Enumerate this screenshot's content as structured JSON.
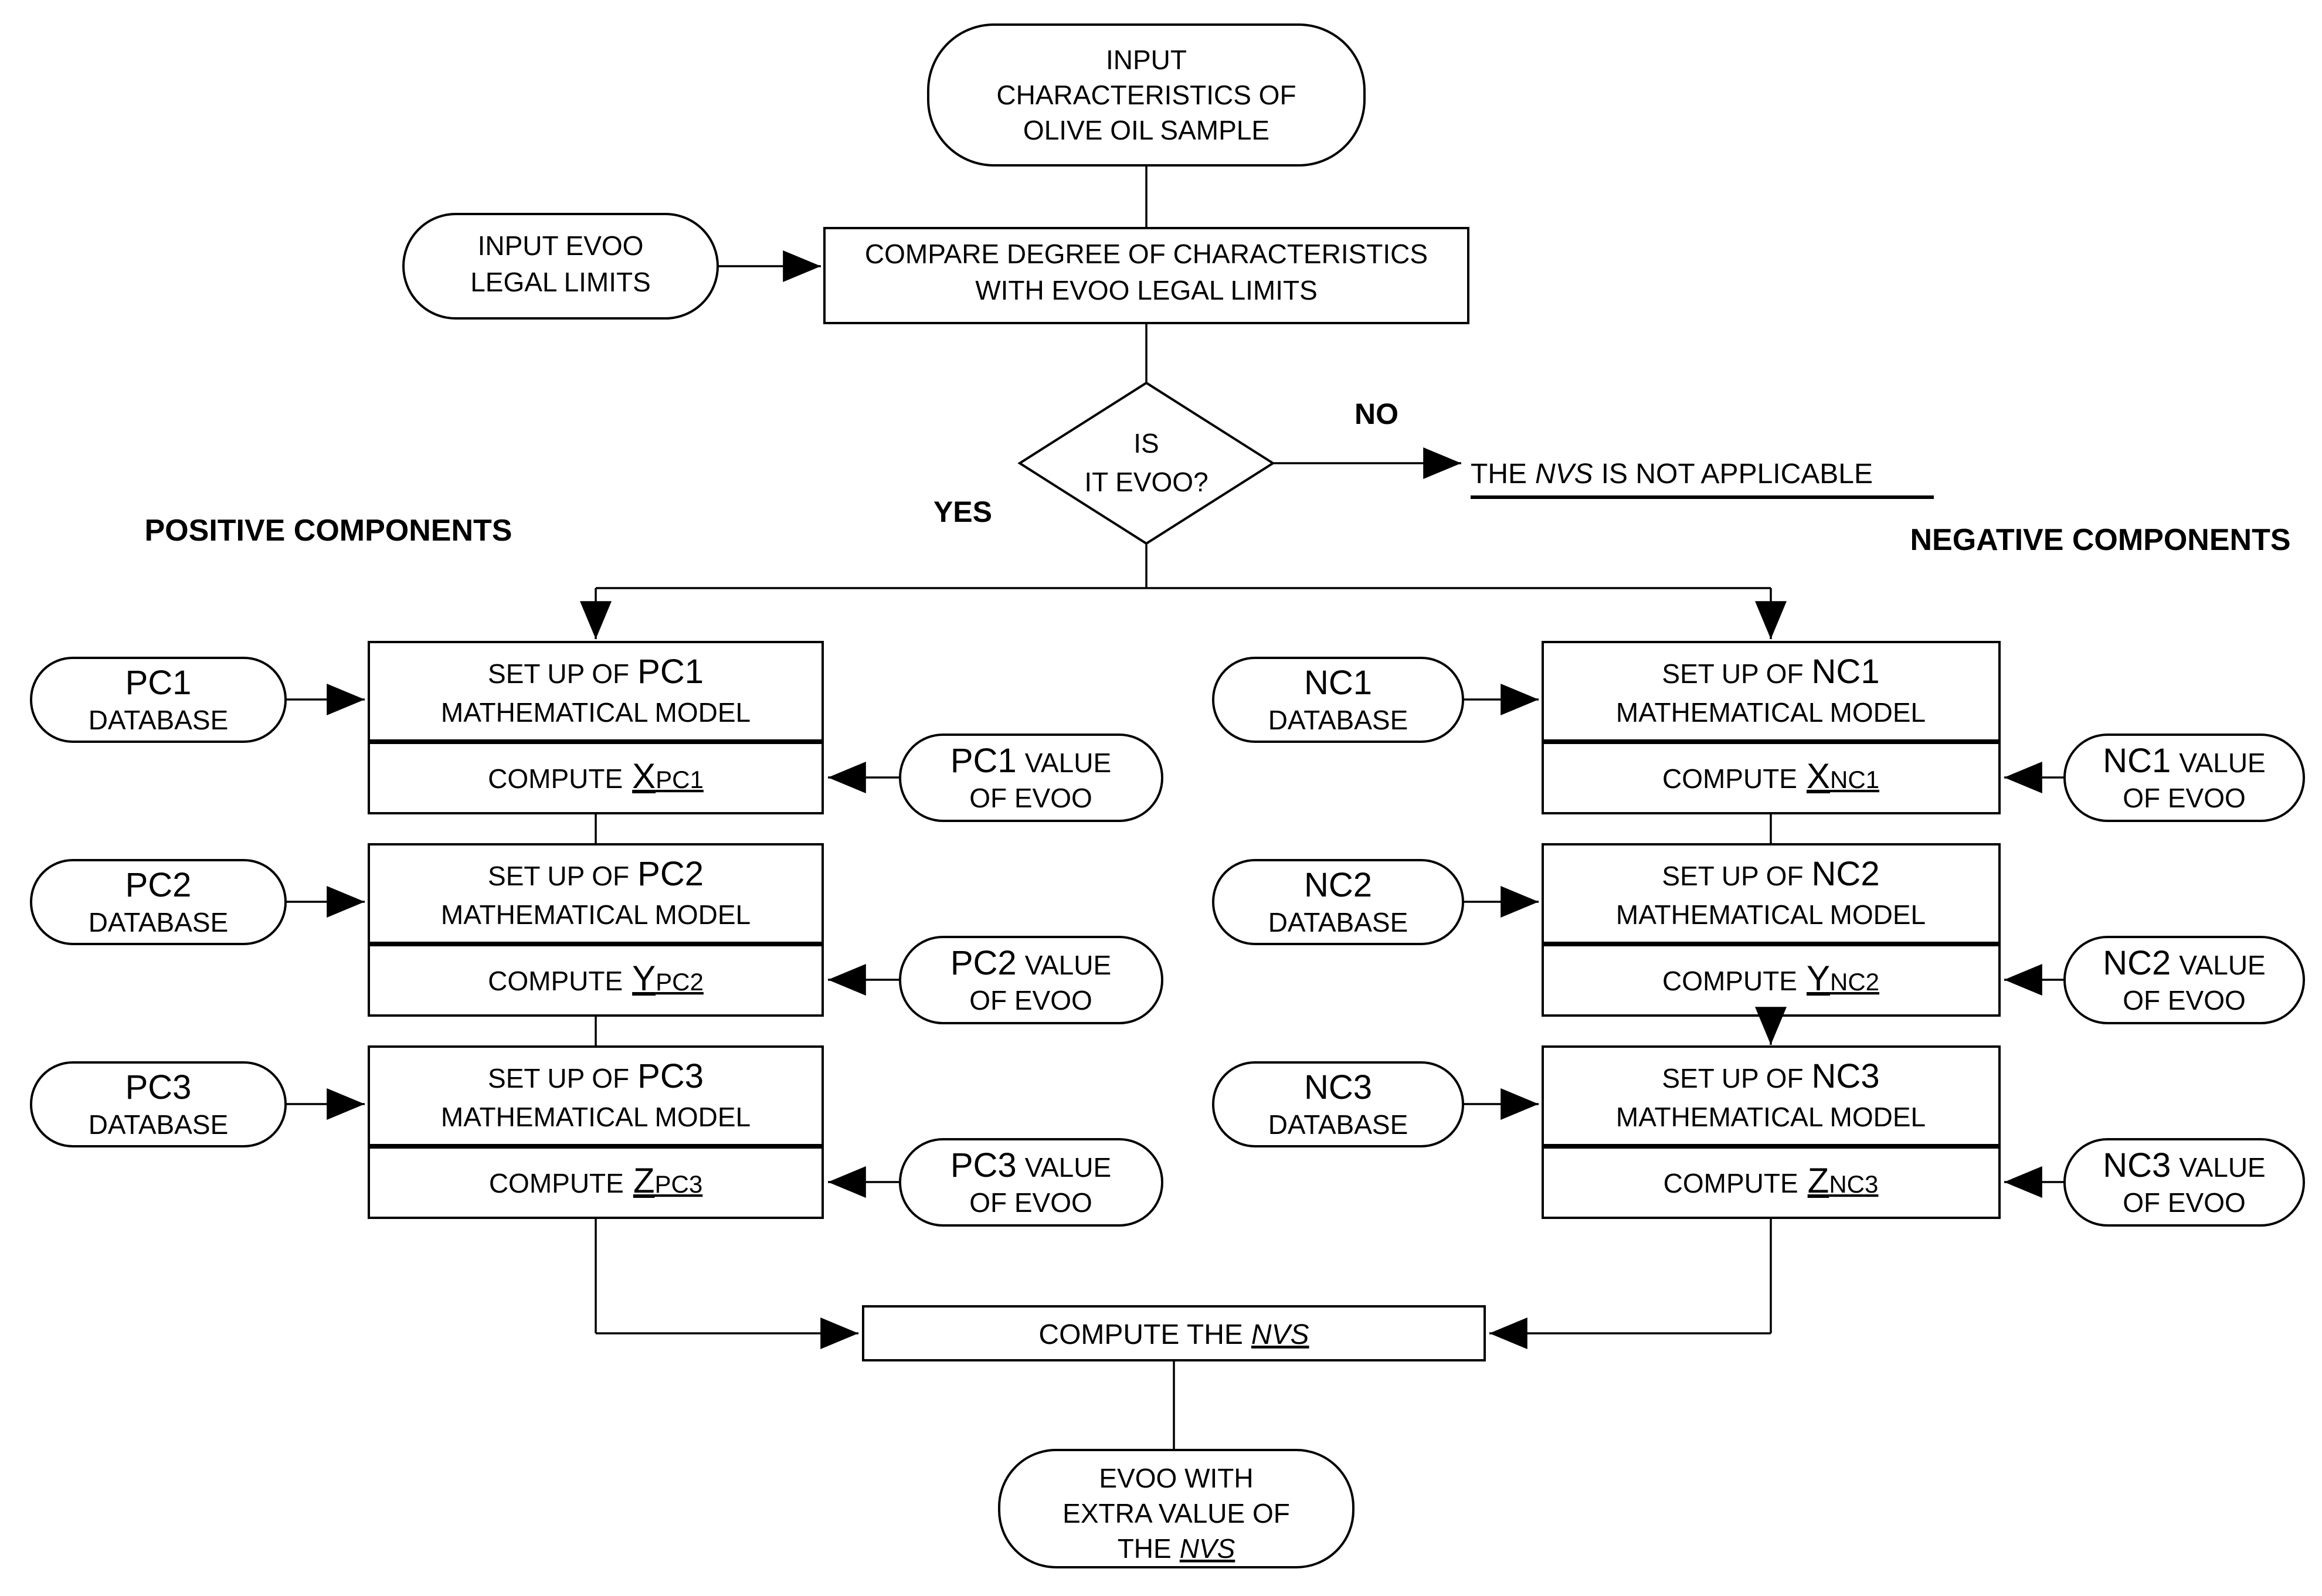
{
  "labels": {
    "yes": "YES",
    "no": "NO",
    "positive_header": "POSITIVE COMPONENTS",
    "negative_header": "NEGATIVE COMPONENTS"
  },
  "nodes": {
    "input_sample": {
      "line1": "INPUT",
      "line2": "CHARACTERISTICS OF",
      "line3": "OLIVE OIL SAMPLE"
    },
    "input_legal": {
      "line1": "INPUT EVOO",
      "line2": "LEGAL LIMITS"
    },
    "compare": {
      "line1": "COMPARE DEGREE OF CHARACTERISTICS",
      "line2": "WITH EVOO LEGAL LIMITS"
    },
    "decision": {
      "line1": "IS",
      "line2": "IT EVOO?"
    },
    "not_applicable": {
      "pre": "THE",
      "em": "NVS",
      "post": "IS NOT APPLICABLE"
    },
    "compute_nvs": {
      "pre": "COMPUTE THE",
      "em": "NVS"
    },
    "result": {
      "line1": "EVOO WITH",
      "line2": "EXTRA VALUE OF",
      "line3_pre": "THE",
      "line3_em": "NVS"
    }
  },
  "positive": [
    {
      "id": "PC1",
      "db1": "PC1",
      "db2": "DATABASE",
      "setup1a": "SET UP OF",
      "setup1b": "PC1",
      "setup2": "MATHEMATICAL MODEL",
      "comp1": "COMPUTE",
      "compVar": "X",
      "compSub": "PC1",
      "val1a": "PC1",
      "val1b": "VALUE",
      "val2": "OF EVOO"
    },
    {
      "id": "PC2",
      "db1": "PC2",
      "db2": "DATABASE",
      "setup1a": "SET UP OF",
      "setup1b": "PC2",
      "setup2": "MATHEMATICAL MODEL",
      "comp1": "COMPUTE",
      "compVar": "Y",
      "compSub": "PC2",
      "val1a": "PC2",
      "val1b": "VALUE",
      "val2": "OF EVOO"
    },
    {
      "id": "PC3",
      "db1": "PC3",
      "db2": "DATABASE",
      "setup1a": "SET UP OF",
      "setup1b": "PC3",
      "setup2": "MATHEMATICAL MODEL",
      "comp1": "COMPUTE",
      "compVar": "Z",
      "compSub": "PC3",
      "val1a": "PC3",
      "val1b": "VALUE",
      "val2": "OF EVOO"
    }
  ],
  "negative": [
    {
      "id": "NC1",
      "db1": "NC1",
      "db2": "DATABASE",
      "setup1a": "SET UP OF",
      "setup1b": "NC1",
      "setup2": "MATHEMATICAL MODEL",
      "comp1": "COMPUTE",
      "compVar": "X",
      "compSub": "NC1",
      "val1a": "NC1",
      "val1b": "VALUE",
      "val2": "OF EVOO"
    },
    {
      "id": "NC2",
      "db1": "NC2",
      "db2": "DATABASE",
      "setup1a": "SET UP OF",
      "setup1b": "NC2",
      "setup2": "MATHEMATICAL MODEL",
      "comp1": "COMPUTE",
      "compVar": "Y",
      "compSub": "NC2",
      "val1a": "NC2",
      "val1b": "VALUE",
      "val2": "OF EVOO"
    },
    {
      "id": "NC3",
      "db1": "NC3",
      "db2": "DATABASE",
      "setup1a": "SET UP OF",
      "setup1b": "NC3",
      "setup2": "MATHEMATICAL MODEL",
      "comp1": "COMPUTE",
      "compVar": "Z",
      "compSub": "NC3",
      "val1a": "NC3",
      "val1b": "VALUE",
      "val2": "OF EVOO"
    }
  ]
}
